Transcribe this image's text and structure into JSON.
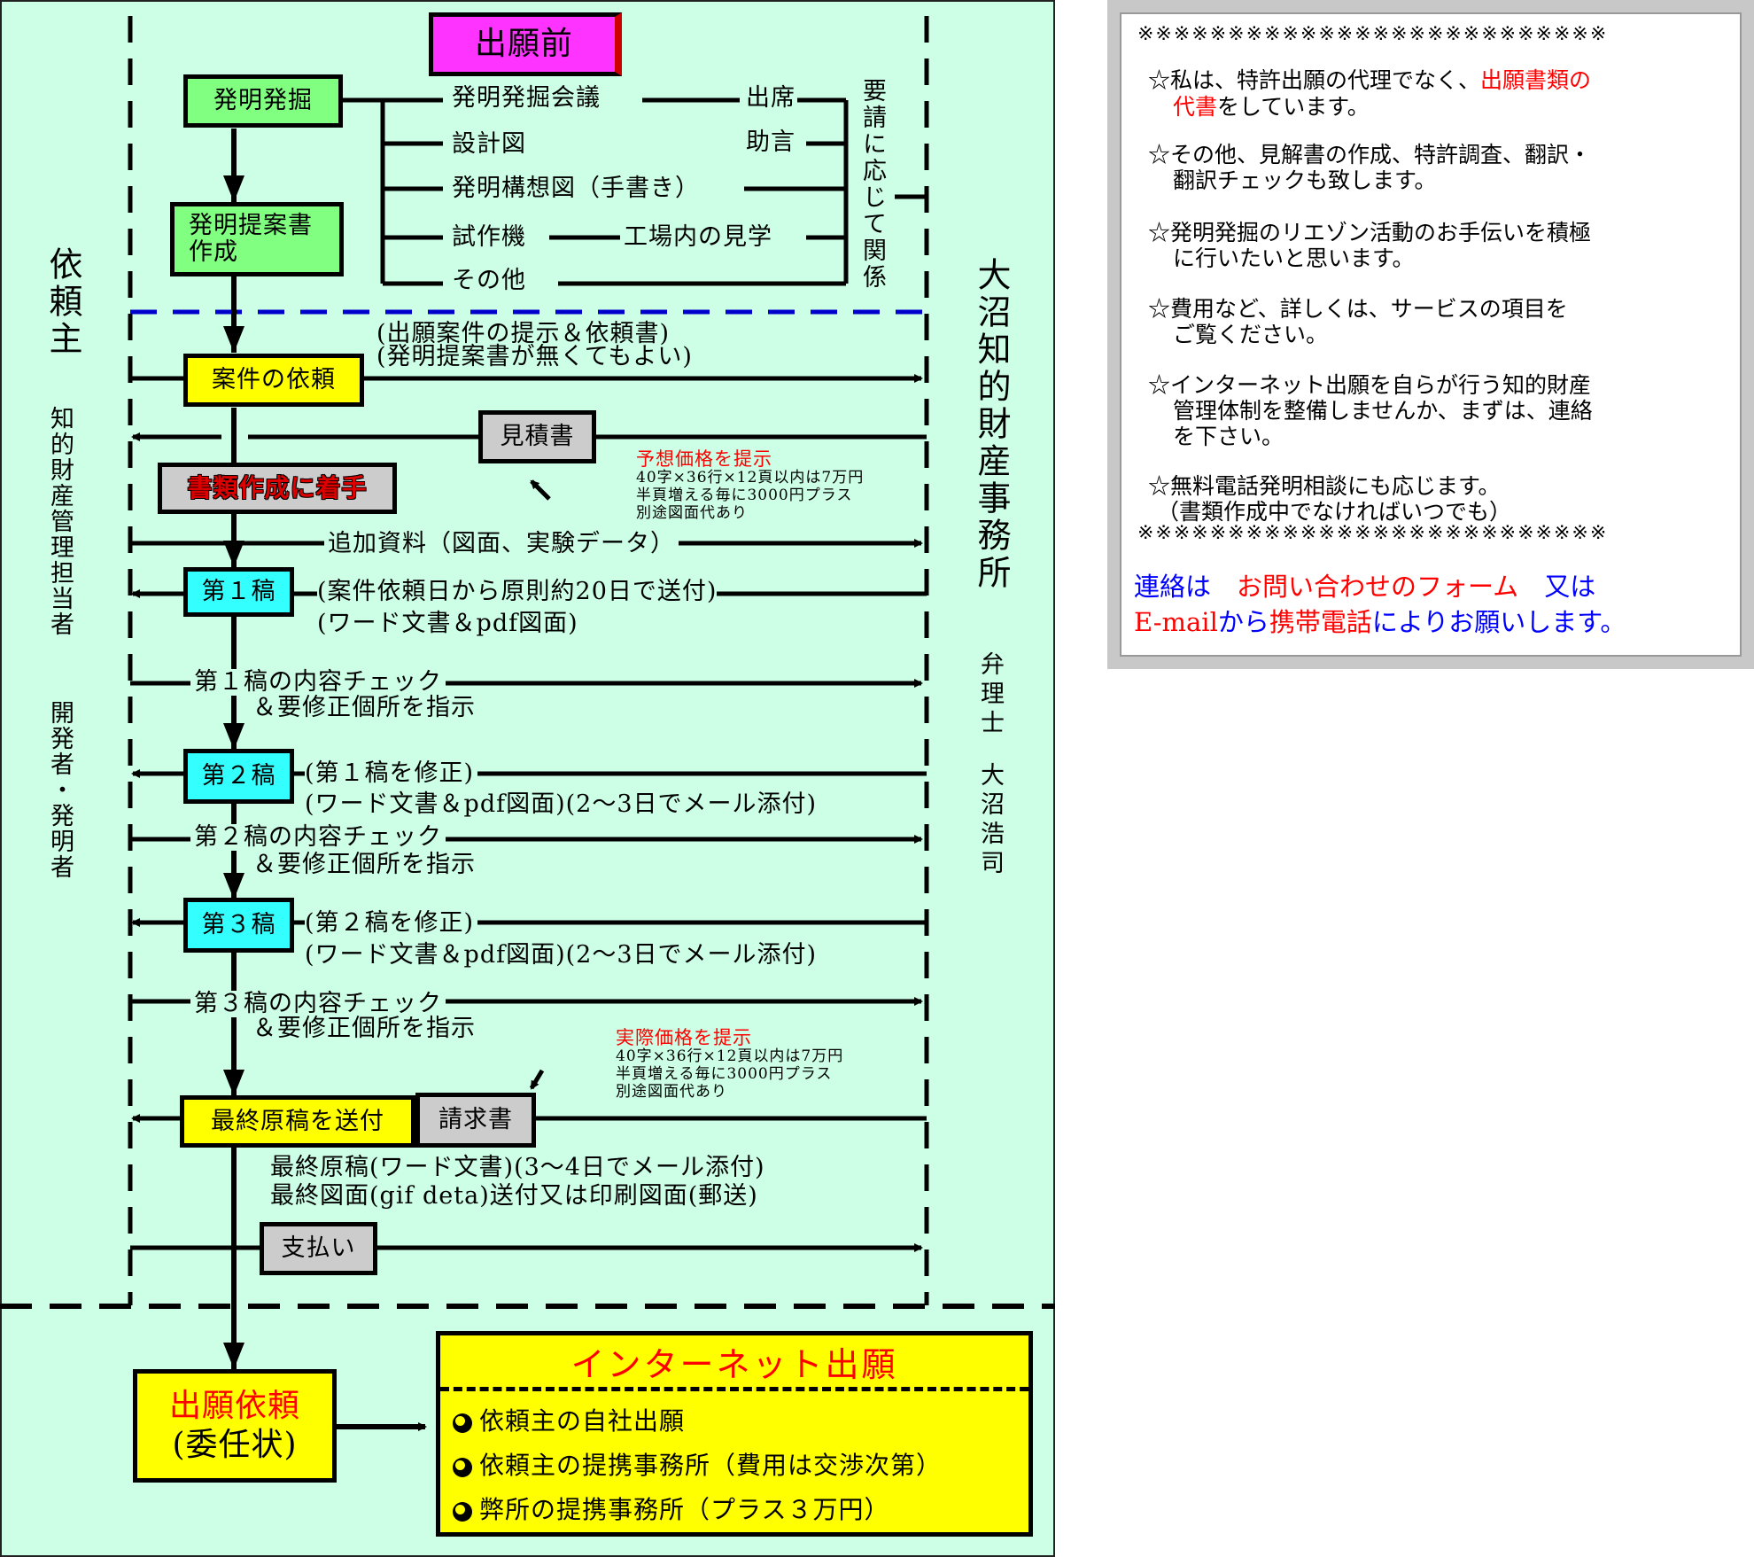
{
  "flow": {
    "pre_filing_title": "出願前",
    "client_label": "依頼主",
    "client_roles": [
      "知的財産管理担当者",
      "開発者・発明者"
    ],
    "office_label": "大沼知的財産事務所",
    "attorney_title": "弁理士",
    "attorney_name": "大沼浩司",
    "invention_mining": "発明発掘",
    "proposal_line1": "発明提案書",
    "proposal_line2": "作成",
    "mining_items": [
      "発明発掘会議",
      "設計図",
      "発明構想図（手書き）",
      "試作機",
      "その他"
    ],
    "attendance": "出席",
    "advice": "助言",
    "factory_tour": "工場内の見学",
    "on_request": "要請に応じて関係",
    "request_note_1": "(出願案件の提示＆依頼書)",
    "request_note_2": "(発明提案書が無くてもよい)",
    "case_request": "案件の依頼",
    "estimate": "見積書",
    "estimate_price_title": "予想価格を提示",
    "price_line1": "40字×36行×12頁以内は7万円",
    "price_line2": "半頁増える毎に3000円プラス",
    "price_line3": "別途図面代あり",
    "start_docs": "書類作成に着手",
    "additional_materials": "追加資料（図面、実験データ）",
    "draft1": "第１稿",
    "draft1_note1": "(案件依頼日から原則約20日で送付)",
    "draft1_note2": "(ワード文書＆pdf図面)",
    "check1_line1": "第１稿の内容チェック",
    "check1_line2": "＆要修正個所を指示",
    "draft2": "第２稿",
    "draft2_note1": "(第１稿を修正)",
    "draft2_note2": "(ワード文書＆pdf図面)(2～3日でメール添付)",
    "check2_line1": "第２稿の内容チェック",
    "check2_line2": "＆要修正個所を指示",
    "draft3": "第３稿",
    "draft3_note1": "(第２稿を修正)",
    "draft3_note2": "(ワード文書＆pdf図面)(2～3日でメール添付)",
    "check3_line1": "第３稿の内容チェック",
    "check3_line2": "＆要修正個所を指示",
    "actual_price_title": "実際価格を提示",
    "final_send": "最終原稿を送付",
    "invoice": "請求書",
    "final_note1": "最終原稿(ワード文書)(3～4日でメール添付)",
    "final_note2": "最終図面(gif deta)送付又は印刷図面(郵送)",
    "payment": "支払い",
    "filing_request_1": "出願依頼",
    "filing_request_2": "(委任状)",
    "internet_filing": "インターネット出願",
    "options": [
      "依頼主の自社出願",
      "依頼主の提携事務所（費用は交渉次第）",
      "弊所の提携事務所（プラス３万円）"
    ]
  },
  "notes": {
    "stars": "※※※※※※※※※※※※※※※※※※※※※※※※※※",
    "n1_a": "☆私は、特許出願の代理でなく、",
    "n1_b": "出願書類の",
    "n1_c": "代書",
    "n1_d": "をしています。",
    "n2_1": "☆その他、見解書の作成、特許調査、翻訳・",
    "n2_2": "翻訳チェックも致します。",
    "n3_1": "☆発明発掘のリエゾン活動のお手伝いを積極",
    "n3_2": "に行いたいと思います。",
    "n4_1": "☆費用など、詳しくは、サービスの項目を",
    "n4_2": "ご覧ください。",
    "n5_1": "☆インターネット出願を自らが行う知的財産",
    "n5_2": "管理体制を整備しませんか、まずは、連絡",
    "n5_3": "を下さい。",
    "n6_1": "☆無料電話発明相談にも応じます。",
    "n6_2": "（書類作成中でなければいつでも）",
    "contact_a": "連絡は",
    "contact_b": "お問い合わせのフォーム",
    "contact_c": "又は",
    "contact_d": "E-mail",
    "contact_e": "から",
    "contact_f": "携帯電話",
    "contact_g": "によりお願いします。"
  }
}
